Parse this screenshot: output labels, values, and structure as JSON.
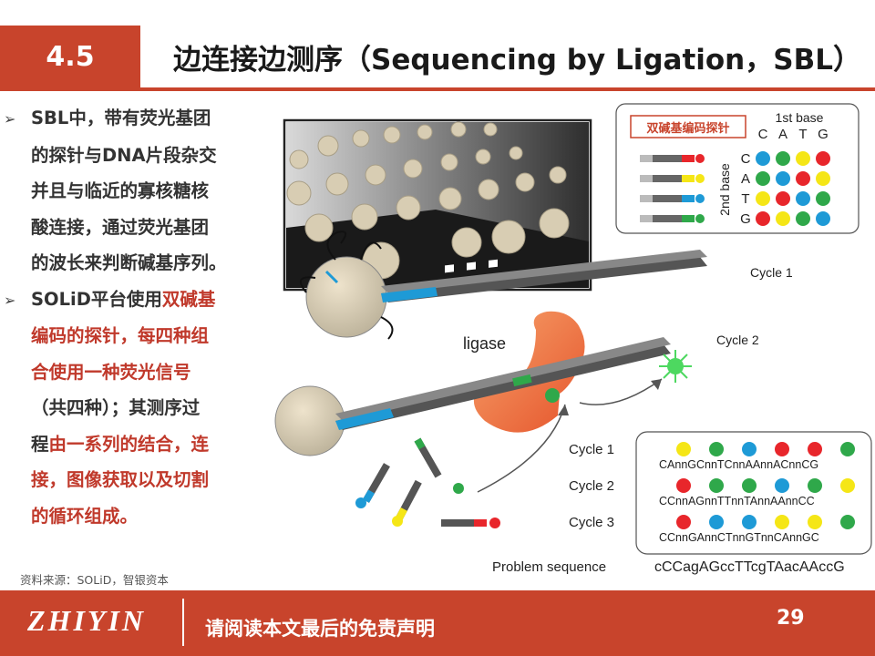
{
  "header": {
    "section_number": "4.5",
    "title": "边连接边测序（Sequencing by Ligation，SBL）"
  },
  "bullets": {
    "b1_lines": [
      "SBL中，带有荧光基团",
      "的探针与DNA片段杂交",
      "并且与临近的寡核糖核",
      "酸连接，通过荧光基团",
      "的波长来判断碱基序列。"
    ],
    "b2": {
      "l1a": "SOLiD平台使用",
      "l1b": "双碱基",
      "l2": "编码的探针，每四种组",
      "l3": "合使用一种荧光信号",
      "l4": "（共四种）；其测序过",
      "l5a": "程",
      "l5b": "由一系列的结合，连",
      "l6": "接，图像获取以及切割",
      "l7": "的循环组成。"
    }
  },
  "source": "资料来源：SOLiD，智银资本",
  "figure": {
    "matrix_label": "双碱基编码探针",
    "first_base": "1st base",
    "second_base": "2nd base",
    "cols": [
      "C",
      "A",
      "T",
      "G"
    ],
    "rows": [
      "C",
      "A",
      "T",
      "G"
    ],
    "ligase": "ligase",
    "cycle1": "Cycle 1",
    "cycle2": "Cycle 2",
    "table": {
      "rows": [
        {
          "label": "Cycle 1",
          "seq": "CAnnGCnnTCnnAAnnACnnCG"
        },
        {
          "label": "Cycle 2",
          "seq": "CCnnAGnnTTnnTAnnAAnnCC"
        },
        {
          "label": "Cycle 3",
          "seq": "CCnnGAnnCTnnGTnnCAnnGC"
        }
      ],
      "problem_label": "Problem sequence",
      "problem_seq": "cCCagAGccTTcgTAacAAccG"
    },
    "colors": {
      "red": "#e8262b",
      "yellow": "#f5e616",
      "blue": "#1e9ad6",
      "green": "#2fa84a",
      "accent": "#c8442c"
    }
  },
  "footer": {
    "logo": "ZHIYIN",
    "disclaimer": "请阅读本文最后的免责声明",
    "page": "29"
  }
}
